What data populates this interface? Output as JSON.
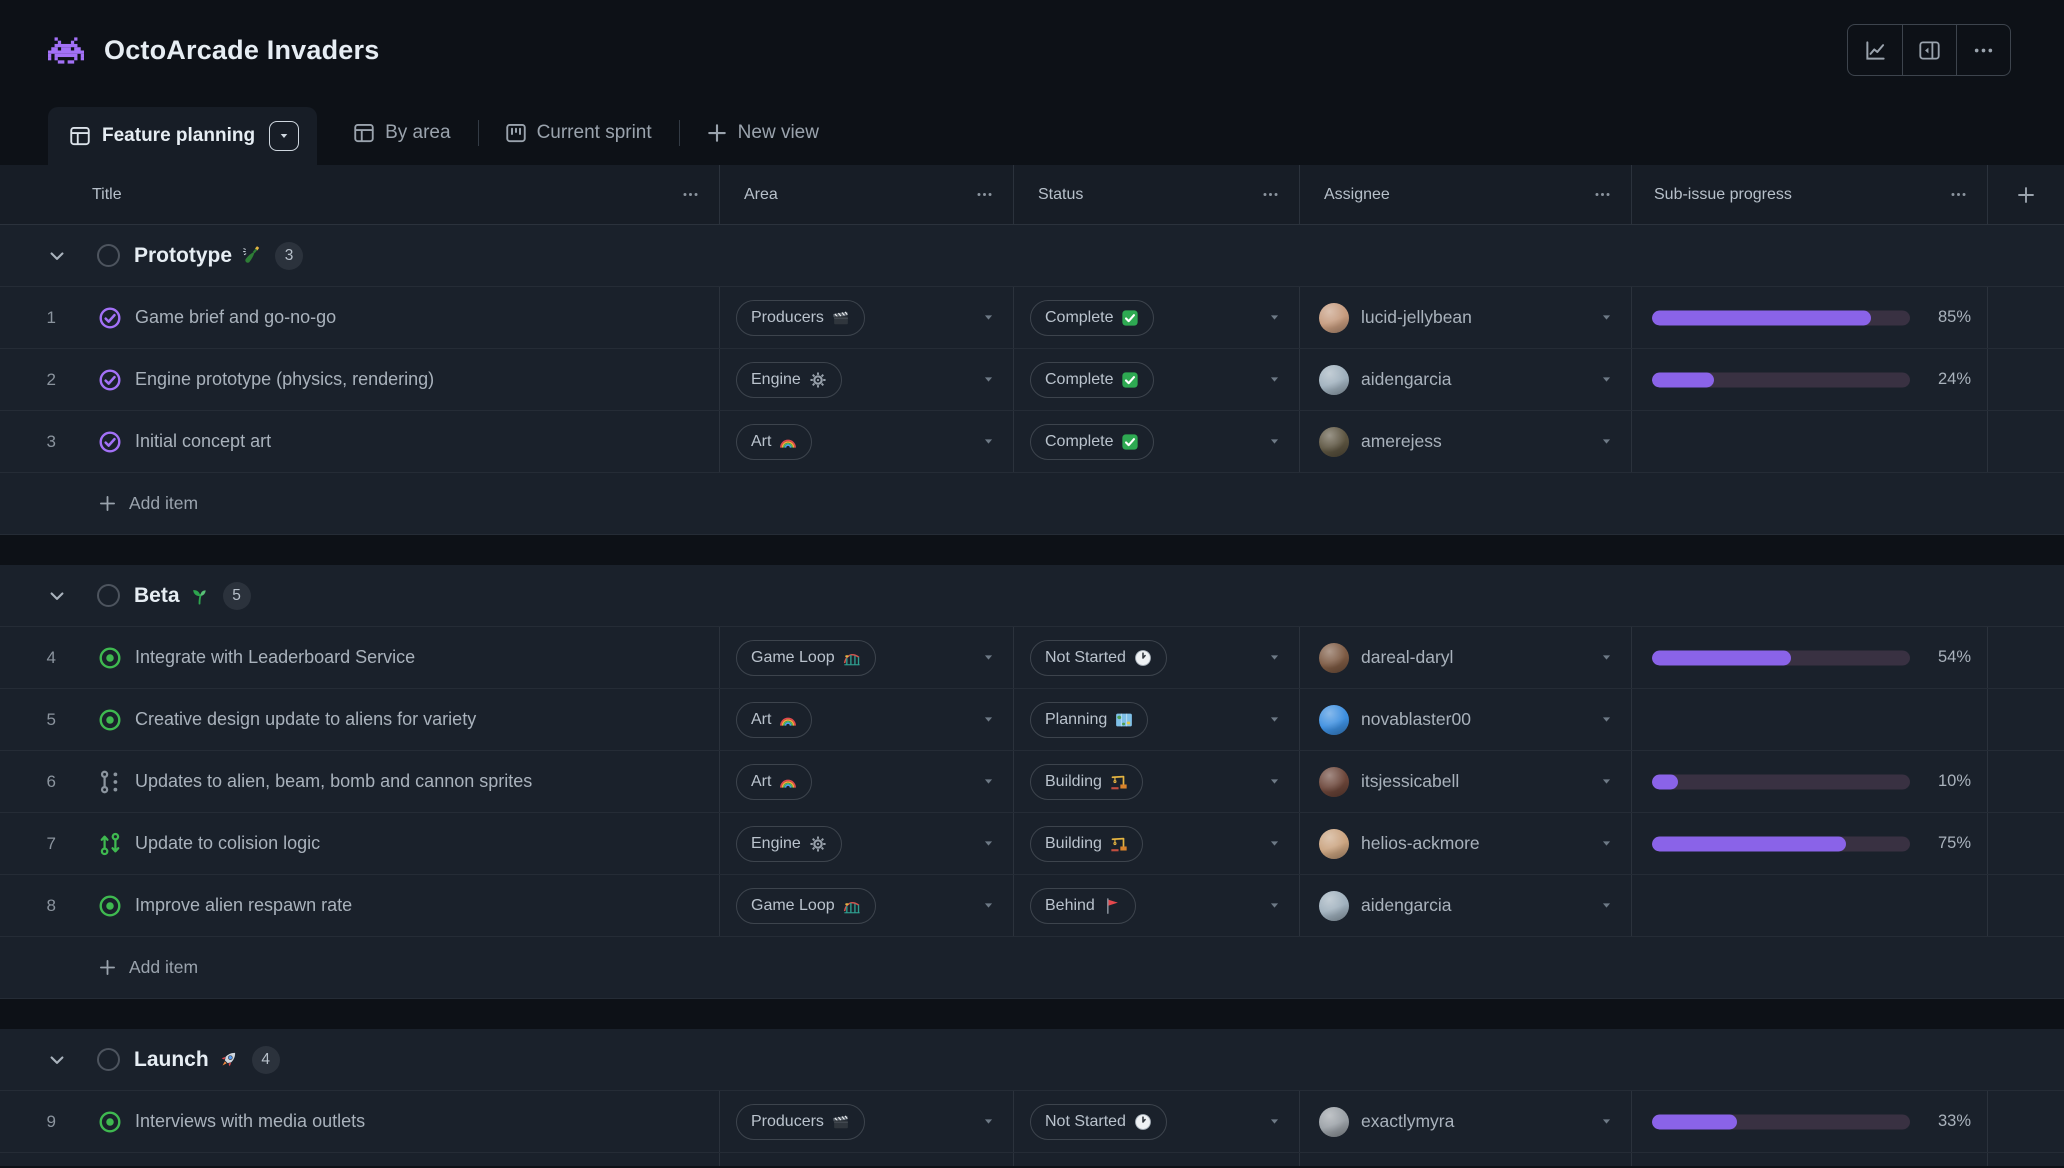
{
  "window": {
    "app_icon": "space-invader-icon",
    "title": "OctoArcade Invaders"
  },
  "toolbar": {
    "buttons": [
      {
        "icon": "graph-icon"
      },
      {
        "icon": "side-panel-icon"
      },
      {
        "icon": "ellipsis-icon"
      }
    ]
  },
  "tabs": {
    "items": [
      {
        "label": "Feature planning",
        "icon": "table-icon",
        "active": true
      },
      {
        "label": "By area",
        "icon": "table-icon",
        "active": false
      },
      {
        "label": "Current sprint",
        "icon": "board-icon",
        "active": false
      }
    ],
    "new_view_label": "New view"
  },
  "table": {
    "columns": [
      {
        "label": "Title"
      },
      {
        "label": "Area"
      },
      {
        "label": "Status"
      },
      {
        "label": "Assignee"
      },
      {
        "label": "Sub-issue progress"
      }
    ]
  },
  "groups": [
    {
      "name": "Prototype",
      "emoji": "champagne-icon",
      "count": 3,
      "show_add_item": true,
      "add_item_label": "Add item",
      "items": [
        {
          "number": 1,
          "state": "closed",
          "title": "Game brief and go-no-go",
          "area": {
            "label": "Producers",
            "icon": "clapperboard-icon"
          },
          "status": {
            "label": "Complete",
            "icon": "check-mark-icon"
          },
          "assignee": {
            "name": "lucid-jellybean",
            "color": "#c59a7d"
          },
          "progress": 85
        },
        {
          "number": 2,
          "state": "closed",
          "title": "Engine prototype (physics, rendering)",
          "area": {
            "label": "Engine",
            "icon": "gear-icon"
          },
          "status": {
            "label": "Complete",
            "icon": "check-mark-icon"
          },
          "assignee": {
            "name": "aidengarcia",
            "color": "#9fb0bd"
          },
          "progress": 24
        },
        {
          "number": 3,
          "state": "closed",
          "title": "Initial concept art",
          "area": {
            "label": "Art",
            "icon": "rainbow-icon"
          },
          "status": {
            "label": "Complete",
            "icon": "check-mark-icon"
          },
          "assignee": {
            "name": "amerejess",
            "color": "#5c5440"
          },
          "progress": null
        }
      ]
    },
    {
      "name": "Beta",
      "emoji": "sprout-icon",
      "count": 5,
      "show_add_item": true,
      "add_item_label": "Add item",
      "items": [
        {
          "number": 4,
          "state": "open",
          "title": "Integrate with Leaderboard Service",
          "area": {
            "label": "Game Loop",
            "icon": "roller-coaster-icon"
          },
          "status": {
            "label": "Not Started",
            "icon": "clock-icon"
          },
          "assignee": {
            "name": "dareal-daryl",
            "color": "#7d5a43"
          },
          "progress": 54
        },
        {
          "number": 5,
          "state": "open",
          "title": "Creative design update to aliens for variety",
          "area": {
            "label": "Art",
            "icon": "rainbow-icon"
          },
          "status": {
            "label": "Planning",
            "icon": "world-map-icon"
          },
          "assignee": {
            "name": "novablaster00",
            "color": "#3d8fe0"
          },
          "progress": null
        },
        {
          "number": 6,
          "state": "draft",
          "title": "Updates to alien, beam, bomb and cannon sprites",
          "area": {
            "label": "Art",
            "icon": "rainbow-icon"
          },
          "status": {
            "label": "Building",
            "icon": "crane-icon"
          },
          "assignee": {
            "name": "itsjessicabell",
            "color": "#6b4539"
          },
          "progress": 10
        },
        {
          "number": 7,
          "state": "switch",
          "title": "Update to colision logic",
          "area": {
            "label": "Engine",
            "icon": "gear-icon"
          },
          "status": {
            "label": "Building",
            "icon": "crane-icon"
          },
          "assignee": {
            "name": "helios-ackmore",
            "color": "#caa37f"
          },
          "progress": 75
        },
        {
          "number": 8,
          "state": "open",
          "title": "Improve alien respawn rate",
          "area": {
            "label": "Game Loop",
            "icon": "roller-coaster-icon"
          },
          "status": {
            "label": "Behind",
            "icon": "red-flag-icon"
          },
          "assignee": {
            "name": "aidengarcia",
            "color": "#9fb0bd"
          },
          "progress": null
        }
      ]
    },
    {
      "name": "Launch",
      "emoji": "rocket-icon",
      "count": 4,
      "show_add_item": false,
      "add_item_label": "Add item",
      "items": [
        {
          "number": 9,
          "state": "open",
          "title": "Interviews with media outlets",
          "area": {
            "label": "Producers",
            "icon": "clapperboard-icon"
          },
          "status": {
            "label": "Not Started",
            "icon": "clock-icon"
          },
          "assignee": {
            "name": "exactlymyra",
            "color": "#9aa0a6"
          },
          "progress": 33
        }
      ]
    }
  ],
  "colors": {
    "accent_purple": "#a371f7",
    "open_green": "#3fb950",
    "progress_fill": "#8a63e8",
    "progress_track": "#393142"
  }
}
